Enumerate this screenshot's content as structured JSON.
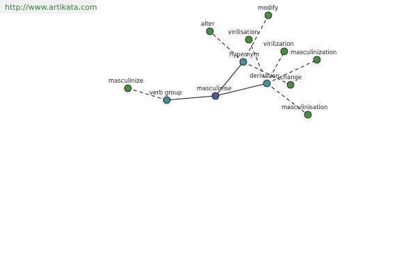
{
  "watermark": {
    "text": "http://www.artikata.com"
  },
  "graph": {
    "nodes": {
      "masculinise": {
        "label": "masculinise",
        "color": "#4a5a96"
      },
      "verb_group": {
        "label": "verb group",
        "color": "#4c8c96"
      },
      "masculinize": {
        "label": "masculinize",
        "color": "#4a8a44"
      },
      "hypernym": {
        "label": "hypernym",
        "color": "#4c8c96"
      },
      "derivation": {
        "label": "derivation",
        "color": "#4c8c96"
      },
      "alter": {
        "label": "alter",
        "color": "#4a8a44"
      },
      "modify": {
        "label": "modify",
        "color": "#4a8a44"
      },
      "virilisation": {
        "label": "virilisation",
        "color": "#4a8a44"
      },
      "virilization": {
        "label": "virilization",
        "color": "#4a8a44"
      },
      "masculinization": {
        "label": "masculinization",
        "color": "#4a8a44"
      },
      "change": {
        "label": "change",
        "color": "#4a8a44"
      },
      "masculinisation": {
        "label": "masculinisation",
        "color": "#4a8a44"
      }
    }
  }
}
